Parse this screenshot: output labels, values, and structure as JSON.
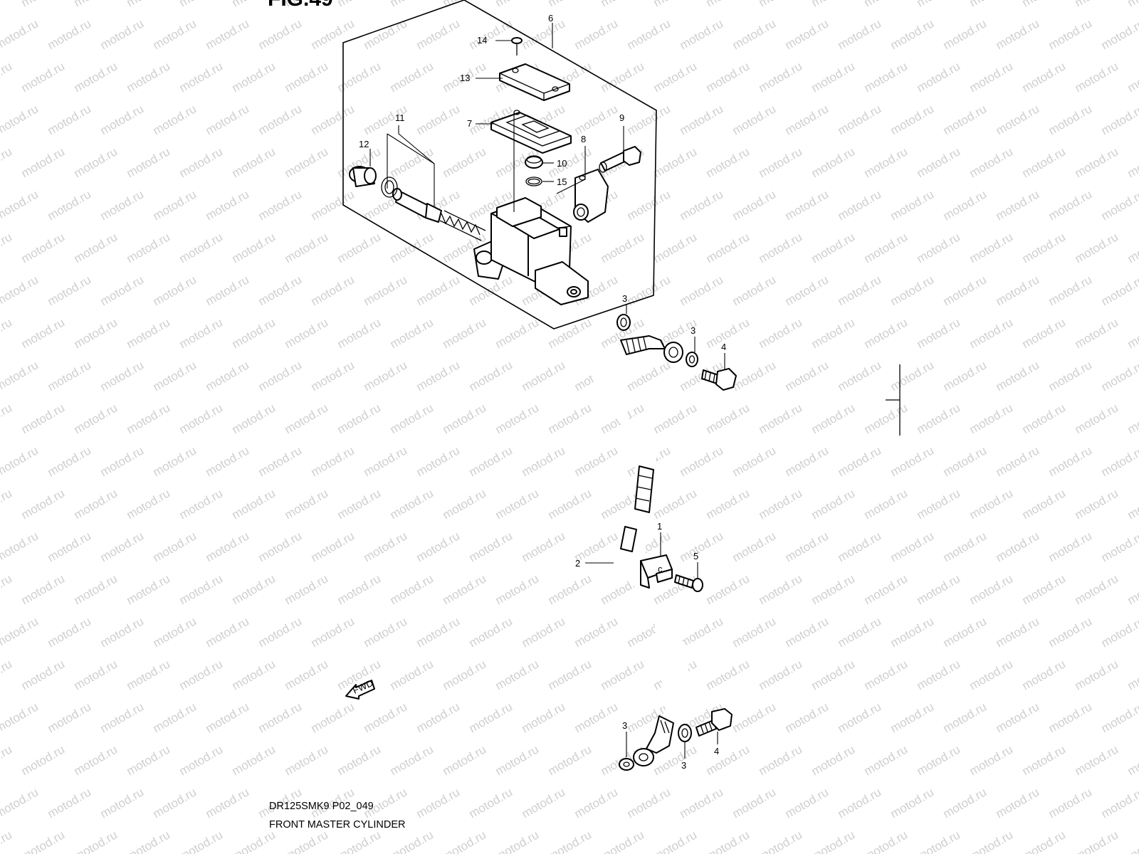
{
  "watermark": "motod.ru",
  "figure_label": "FIG.49",
  "model_code": "DR125SMK9 P02_049",
  "caption": "FRONT MASTER CYLINDER",
  "fwd_label": "FWD",
  "callouts": {
    "c14": "14",
    "c6": "6",
    "c13": "13",
    "c7": "7",
    "c11": "11",
    "c12": "12",
    "c9": "9",
    "c8": "8",
    "c10": "10",
    "c15": "15",
    "c3a": "3",
    "c3b": "3",
    "c4a": "4",
    "c1": "1",
    "c5": "5",
    "c2": "2",
    "c3c": "3",
    "c3d": "3",
    "c4b": "4"
  }
}
